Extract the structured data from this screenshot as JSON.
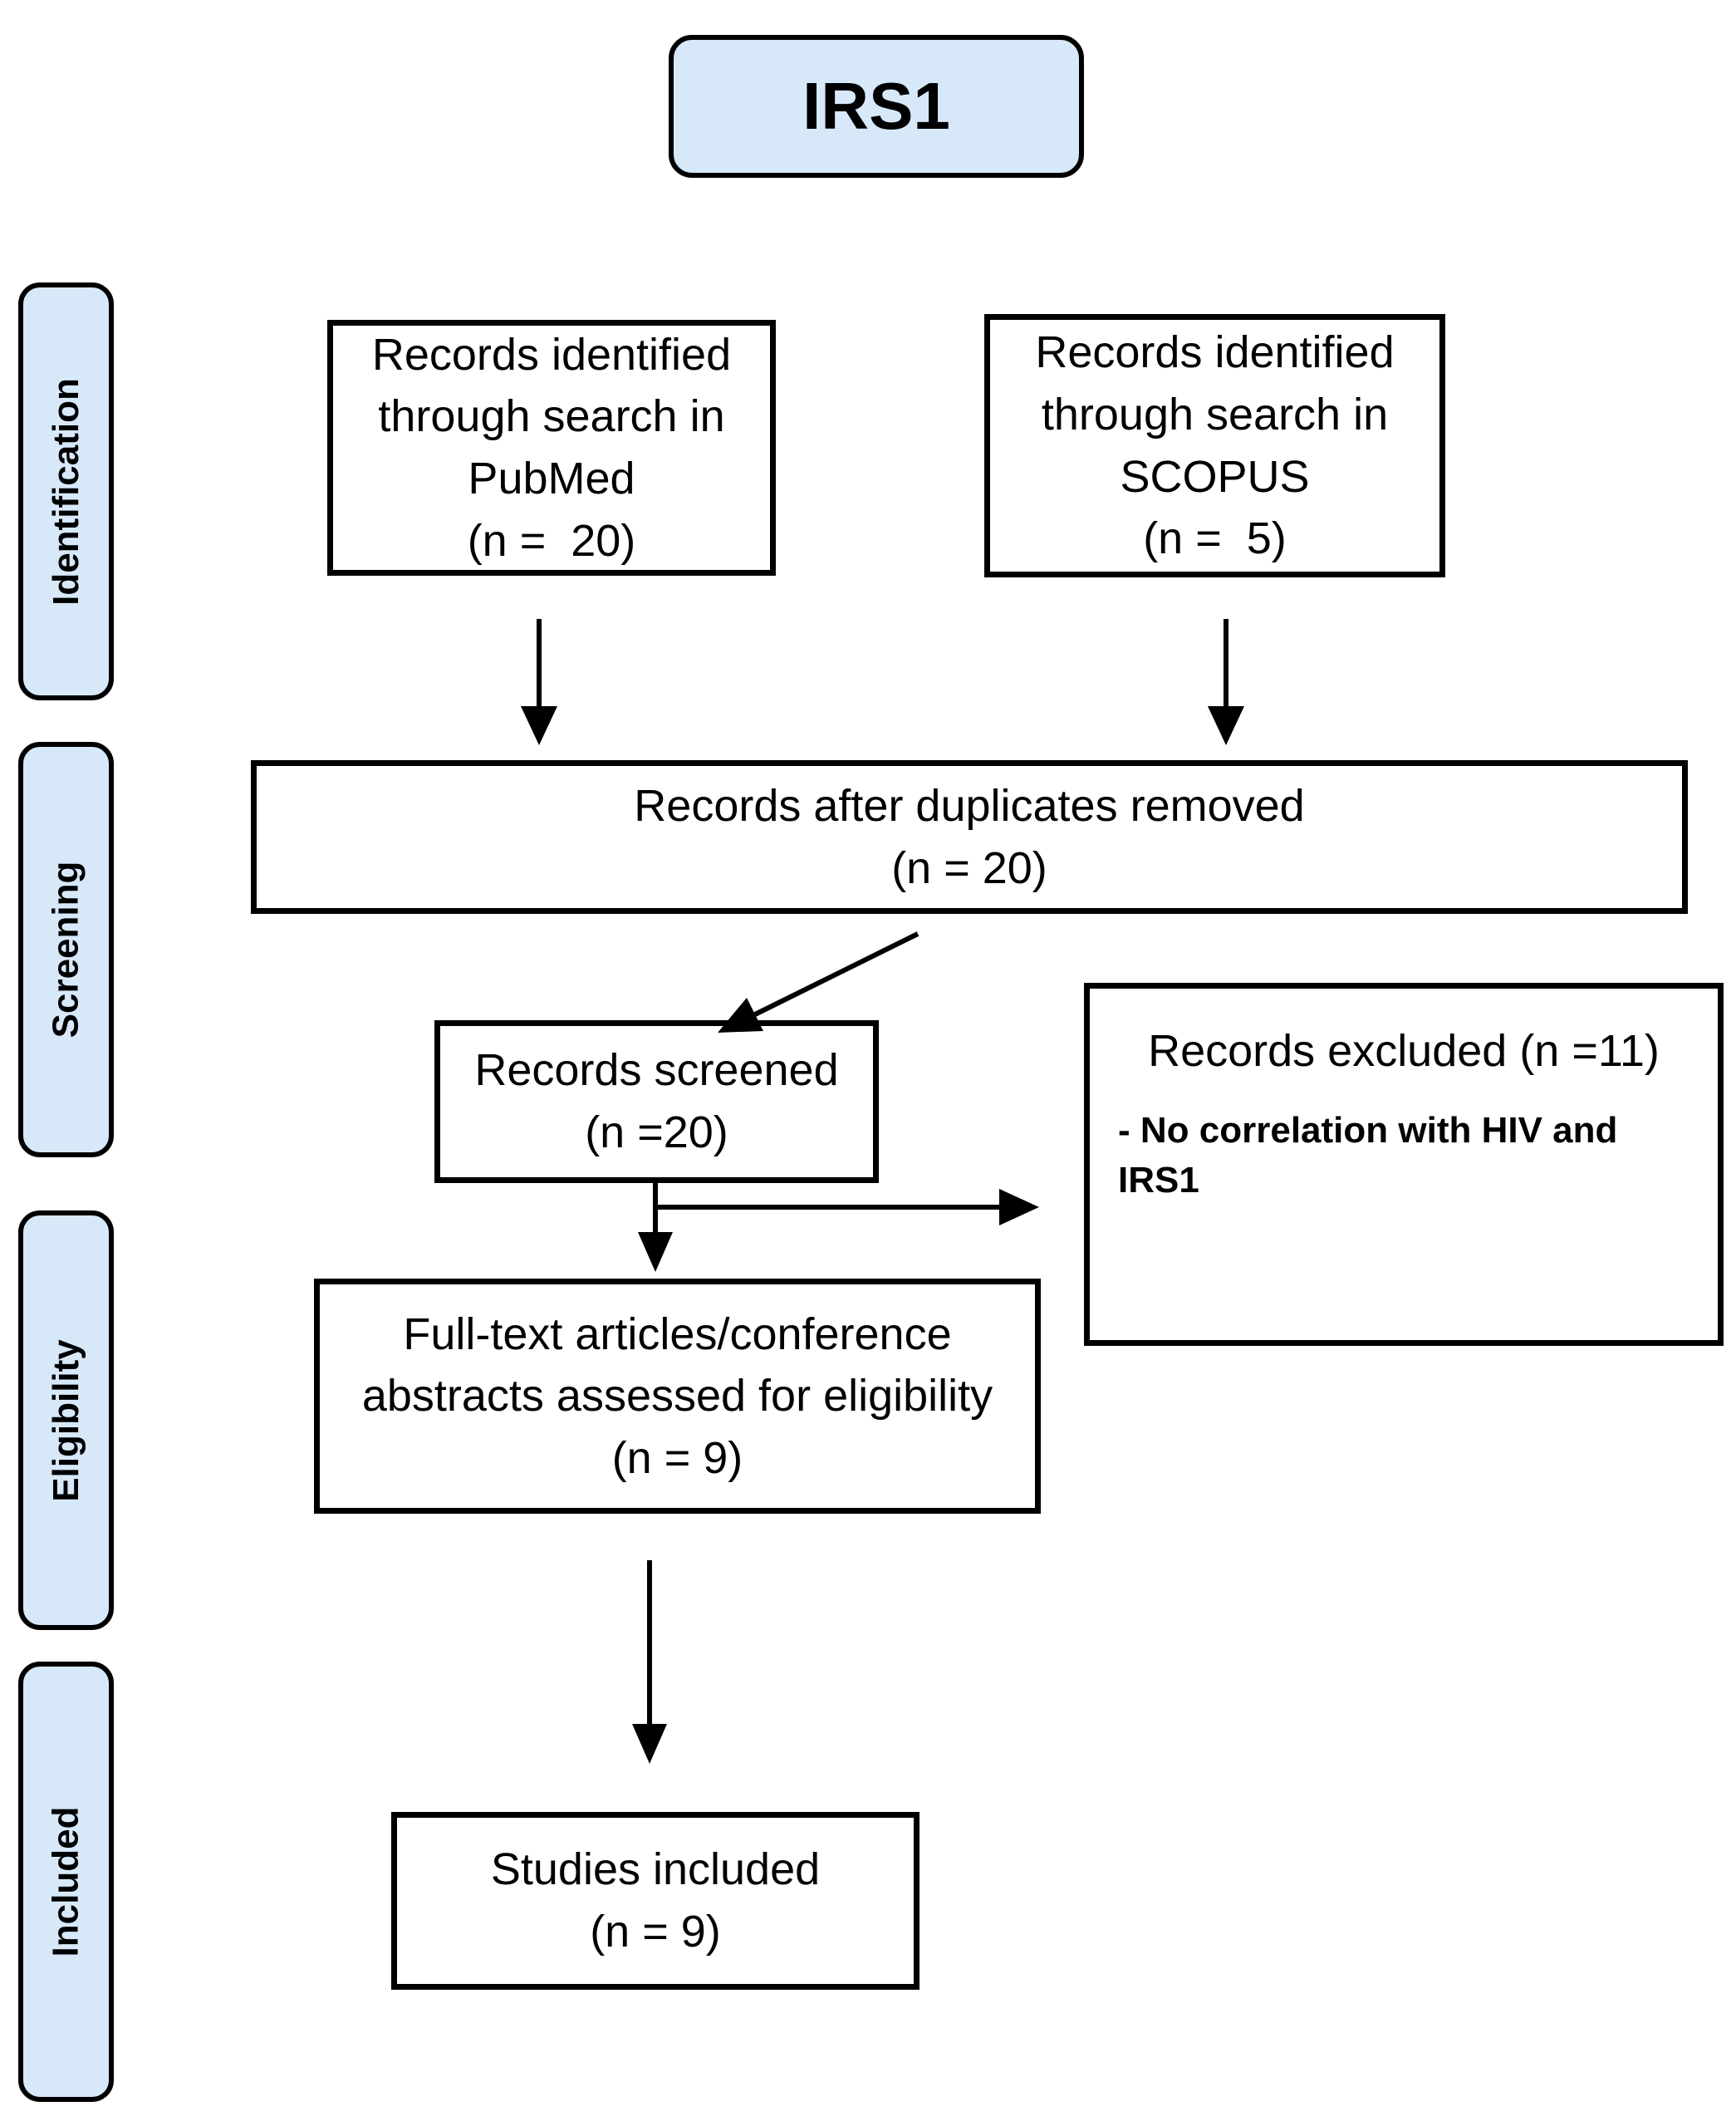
{
  "title": "IRS1",
  "colors": {
    "stage_fill": "#D7E8F9",
    "box_fill": "#FFFFFF",
    "line": "#000000"
  },
  "sidebar": {
    "stages": [
      {
        "label": "Identification"
      },
      {
        "label": "Screening"
      },
      {
        "label": "Eligibility"
      },
      {
        "label": "Included"
      }
    ]
  },
  "boxes": {
    "pubmed": {
      "lines": [
        "Records identified",
        "through search in",
        "PubMed",
        "(n =  20)"
      ]
    },
    "scopus": {
      "lines": [
        "Records identified",
        "through search in",
        "SCOPUS",
        "(n =  5)"
      ]
    },
    "duplicates": {
      "lines": [
        "Records after duplicates removed",
        "(n = 20)"
      ]
    },
    "screened": {
      "lines": [
        "Records screened",
        "(n =20)"
      ]
    },
    "excluded": {
      "title": "Records excluded (n =11)",
      "reason": "- No correlation with HIV and IRS1"
    },
    "fulltext": {
      "lines": [
        "Full-text articles/conference",
        "abstracts assessed for eligibility",
        "(n = 9)"
      ]
    },
    "included": {
      "lines": [
        "Studies included",
        "(n = 9)"
      ]
    }
  }
}
